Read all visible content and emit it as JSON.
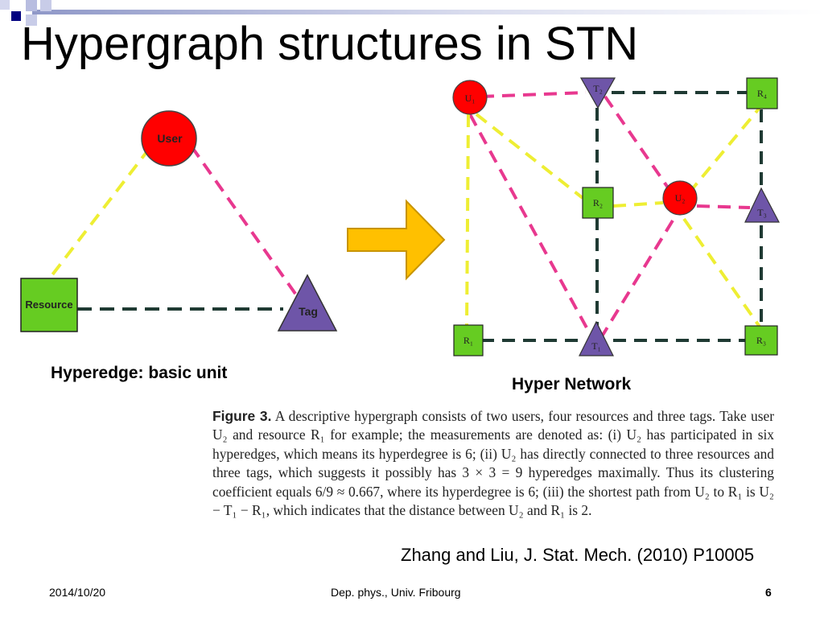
{
  "title": "Hypergraph structures in STN",
  "left_diagram": {
    "nodes": {
      "user": "User",
      "resource": "Resource",
      "tag": "Tag"
    },
    "caption": "Hyperedge: basic unit"
  },
  "right_diagram": {
    "nodes": {
      "u1": "U₁",
      "u2": "U₂",
      "t1": "T₁",
      "t2": "T₂",
      "t3": "T₃",
      "r1": "R₁",
      "r2": "R₂",
      "r3": "R₃",
      "r4": "R₄"
    },
    "caption": "Hyper Network"
  },
  "figure": {
    "label": "Figure 3.",
    "text": "A descriptive hypergraph consists of two users, four resources and three tags. Take user U₂ and resource R₁ for example; the measurements are denoted as: (i) U₂ has participated in six hyperedges, which means its hyperdegree is 6; (ii) U₂ has directly connected to three resources and three tags, which suggests it possibly has 3 × 3 = 9 hyperedges maximally. Thus its clustering coefficient equals 6/9 ≈ 0.667, where its hyperdegree is 6; (iii) the shortest path from U₂ to R₁ is U₂ − T₁ − R₁, which indicates that the distance between U₂ and R₁ is 2."
  },
  "reference": "Zhang and Liu, J. Stat. Mech. (2010) P10005",
  "footer": {
    "date": "2014/10/20",
    "center": "Dep. phys.,  Univ. Fribourg",
    "page": "6"
  },
  "colors": {
    "user": "#ff0000",
    "resource": "#66cc22",
    "tag": "#6e55a8",
    "edge_user_resource": "#eeee33",
    "edge_user_tag": "#e8388f",
    "edge_resource_tag": "#1f3a33",
    "arrow": "#ffc000"
  }
}
